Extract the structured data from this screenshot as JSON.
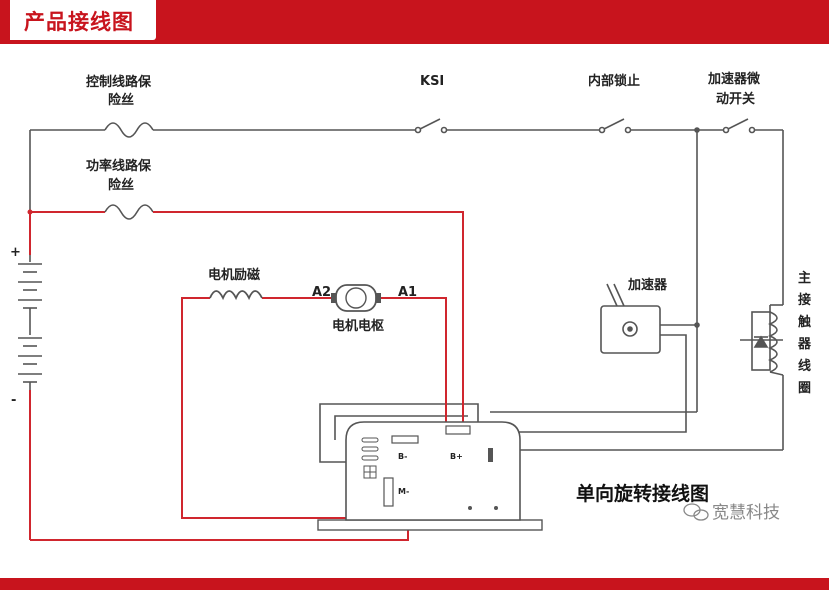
{
  "header": {
    "title": "产品接线图"
  },
  "labels": {
    "control_fuse_1": "控制线路保",
    "control_fuse_2": "险丝",
    "power_fuse_1": "功率线路保",
    "power_fuse_2": "险丝",
    "ksi": "KSI",
    "interlock": "内部锁止",
    "accel_switch_1": "加速器微",
    "accel_switch_2": "动开关",
    "field": "电机励磁",
    "armature": "电机电枢",
    "a2": "A2",
    "a1": "A1",
    "accelerator": "加速器",
    "contactor_coil": [
      "主",
      "接",
      "触",
      "器",
      "线",
      "圈"
    ],
    "battery_plus": "+",
    "battery_minus": "-",
    "b_minus": "B-",
    "b_plus": "B+",
    "m_minus": "M-",
    "diagram_title": "单向旋转接线图",
    "watermark": "宽慧科技"
  },
  "colors": {
    "brand_red": "#c8141d",
    "wire_black": "#555555",
    "wire_red": "#d0262e"
  }
}
